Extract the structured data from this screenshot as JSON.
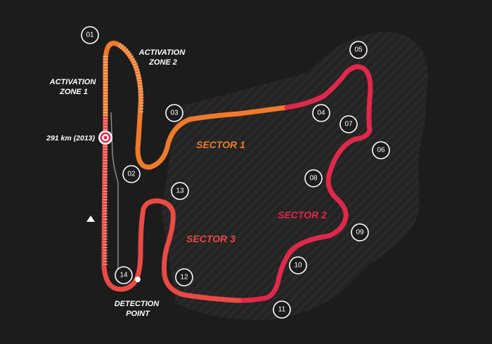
{
  "colors": {
    "background": "#1c1c1c",
    "sector1": "#f07a2c",
    "sector2": "#e0284a",
    "sector3": "#ea4a44",
    "text": "#ffffff"
  },
  "labels": {
    "activation_zone_1": [
      "ACTIVATION",
      "ZONE 1"
    ],
    "activation_zone_2": [
      "ACTIVATION",
      "ZONE 2"
    ],
    "speed_trap": "291 km (2013)",
    "detection_point": [
      "DETECTION",
      "POINT"
    ],
    "sector1": "SECTOR 1",
    "sector2": "SECTOR 2",
    "sector3": "SECTOR 3"
  },
  "turns": [
    "01",
    "02",
    "03",
    "04",
    "05",
    "06",
    "07",
    "08",
    "09",
    "10",
    "11",
    "12",
    "13",
    "14"
  ]
}
